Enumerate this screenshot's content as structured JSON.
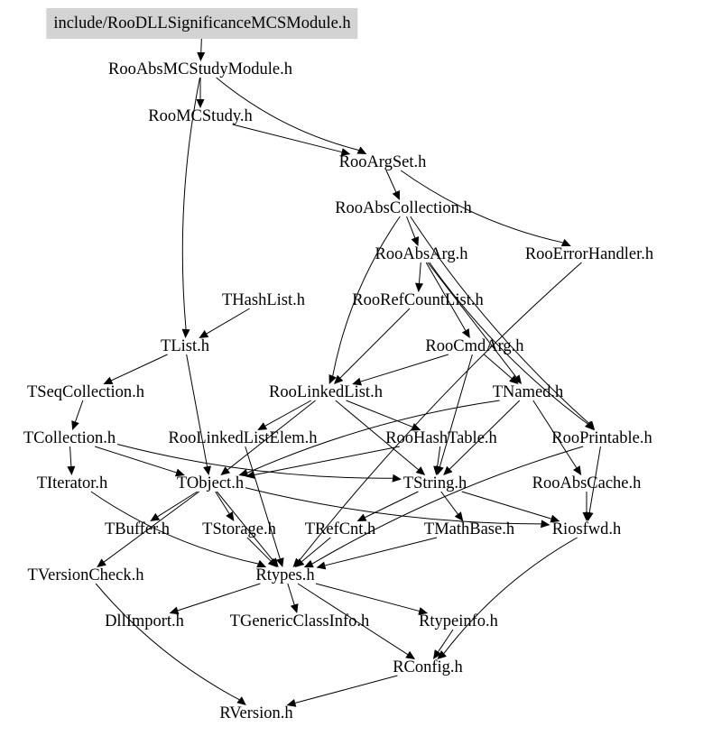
{
  "graph": {
    "type": "include-dependency-graph",
    "root": "include/RooDLLSignificanceMCSModule.h",
    "colors": {
      "root_fill": "#d3d3d3",
      "edge": "#000000",
      "background": "#ffffff"
    },
    "nodes": [
      {
        "id": "root",
        "label": "include/RooDLLSignificanceMCSModule.h"
      },
      {
        "id": "absmc",
        "label": "RooAbsMCStudyModule.h"
      },
      {
        "id": "mcstudy",
        "label": "RooMCStudy.h"
      },
      {
        "id": "argset",
        "label": "RooArgSet.h"
      },
      {
        "id": "abscoll",
        "label": "RooAbsCollection.h"
      },
      {
        "id": "absarg",
        "label": "RooAbsArg.h"
      },
      {
        "id": "errh",
        "label": "RooErrorHandler.h"
      },
      {
        "id": "thashlist",
        "label": "THashList.h"
      },
      {
        "id": "refcount",
        "label": "RooRefCountList.h"
      },
      {
        "id": "tlist",
        "label": "TList.h"
      },
      {
        "id": "cmdarg",
        "label": "RooCmdArg.h"
      },
      {
        "id": "tseq",
        "label": "TSeqCollection.h"
      },
      {
        "id": "linked",
        "label": "RooLinkedList.h"
      },
      {
        "id": "tnamed",
        "label": "TNamed.h"
      },
      {
        "id": "tcoll",
        "label": "TCollection.h"
      },
      {
        "id": "linkedelem",
        "label": "RooLinkedListElem.h"
      },
      {
        "id": "hashtable",
        "label": "RooHashTable.h"
      },
      {
        "id": "printable",
        "label": "RooPrintable.h"
      },
      {
        "id": "titer",
        "label": "TIterator.h"
      },
      {
        "id": "tobject",
        "label": "TObject.h"
      },
      {
        "id": "tstring",
        "label": "TString.h"
      },
      {
        "id": "abscache",
        "label": "RooAbsCache.h"
      },
      {
        "id": "tbuffer",
        "label": "TBuffer.h"
      },
      {
        "id": "tstorage",
        "label": "TStorage.h"
      },
      {
        "id": "trefcnt",
        "label": "TRefCnt.h"
      },
      {
        "id": "tmath",
        "label": "TMathBase.h"
      },
      {
        "id": "riosfwd",
        "label": "Riosfwd.h"
      },
      {
        "id": "tvcheck",
        "label": "TVersionCheck.h"
      },
      {
        "id": "rtypes",
        "label": "Rtypes.h"
      },
      {
        "id": "dllimport",
        "label": "DllImport.h"
      },
      {
        "id": "tgeneric",
        "label": "TGenericClassInfo.h"
      },
      {
        "id": "rtypeinfo",
        "label": "Rtypeinfo.h"
      },
      {
        "id": "rconfig",
        "label": "RConfig.h"
      },
      {
        "id": "rversion",
        "label": "RVersion.h"
      }
    ],
    "edges": [
      [
        "root",
        "absmc"
      ],
      [
        "absmc",
        "mcstudy"
      ],
      [
        "absmc",
        "argset"
      ],
      [
        "absmc",
        "tlist"
      ],
      [
        "mcstudy",
        "argset"
      ],
      [
        "argset",
        "abscoll"
      ],
      [
        "argset",
        "errh"
      ],
      [
        "abscoll",
        "absarg"
      ],
      [
        "abscoll",
        "linked"
      ],
      [
        "abscoll",
        "printable"
      ],
      [
        "absarg",
        "refcount"
      ],
      [
        "absarg",
        "cmdarg"
      ],
      [
        "absarg",
        "tnamed"
      ],
      [
        "absarg",
        "printable"
      ],
      [
        "thashlist",
        "tlist"
      ],
      [
        "refcount",
        "linked"
      ],
      [
        "cmdarg",
        "linked"
      ],
      [
        "cmdarg",
        "tnamed"
      ],
      [
        "cmdarg",
        "tstring"
      ],
      [
        "tlist",
        "tseq"
      ],
      [
        "tlist",
        "tobject"
      ],
      [
        "tseq",
        "tcoll"
      ],
      [
        "linked",
        "linkedelem"
      ],
      [
        "linked",
        "hashtable"
      ],
      [
        "linked",
        "tobject"
      ],
      [
        "linked",
        "tstring"
      ],
      [
        "tnamed",
        "tobject"
      ],
      [
        "tnamed",
        "tstring"
      ],
      [
        "tnamed",
        "abscache"
      ],
      [
        "tcoll",
        "titer"
      ],
      [
        "tcoll",
        "tobject"
      ],
      [
        "tcoll",
        "tstring"
      ],
      [
        "hashtable",
        "tobject"
      ],
      [
        "hashtable",
        "tstring"
      ],
      [
        "linkedelem",
        "rtypes"
      ],
      [
        "printable",
        "riosfwd"
      ],
      [
        "printable",
        "rtypes"
      ],
      [
        "errh",
        "rtypes"
      ],
      [
        "titer",
        "rtypes"
      ],
      [
        "tobject",
        "tbuffer"
      ],
      [
        "tobject",
        "tstorage"
      ],
      [
        "tobject",
        "tvcheck"
      ],
      [
        "tobject",
        "riosfwd"
      ],
      [
        "tobject",
        "rtypes"
      ],
      [
        "tstring",
        "trefcnt"
      ],
      [
        "tstring",
        "tmath"
      ],
      [
        "tstring",
        "riosfwd"
      ],
      [
        "abscache",
        "riosfwd"
      ],
      [
        "tstorage",
        "rtypes"
      ],
      [
        "trefcnt",
        "rtypes"
      ],
      [
        "tmath",
        "rtypes"
      ],
      [
        "tvcheck",
        "rversion"
      ],
      [
        "rtypes",
        "dllimport"
      ],
      [
        "rtypes",
        "tgeneric"
      ],
      [
        "rtypes",
        "rtypeinfo"
      ],
      [
        "rtypes",
        "rconfig"
      ],
      [
        "rtypeinfo",
        "rconfig"
      ],
      [
        "riosfwd",
        "rconfig"
      ],
      [
        "rconfig",
        "rversion"
      ]
    ]
  }
}
